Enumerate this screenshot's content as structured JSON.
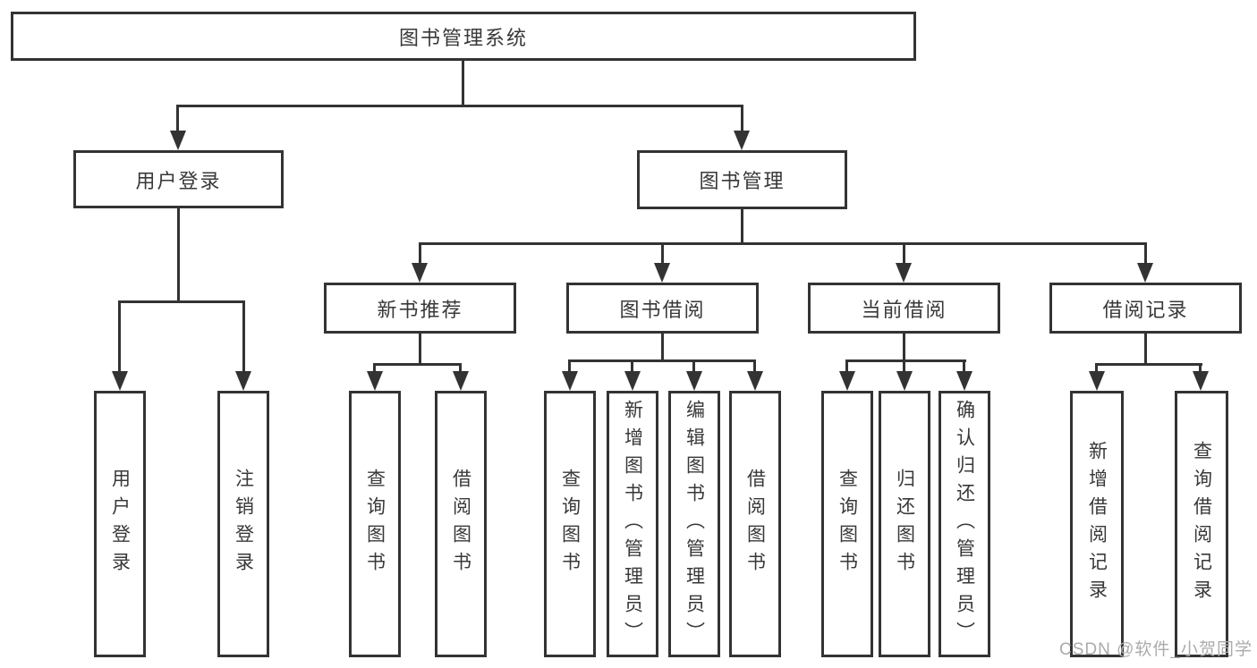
{
  "colors": {
    "line": "#333333",
    "text": "#383838",
    "background": "#ffffff",
    "watermark": "#ababab"
  },
  "watermark": {
    "text": "CSDN @软件_小贺同学"
  },
  "tree": {
    "label": "图书管理系统",
    "children": [
      {
        "label": "用户登录",
        "children": [
          {
            "label": "用户登录"
          },
          {
            "label": "注销登录"
          }
        ]
      },
      {
        "label": "图书管理",
        "children": [
          {
            "label": "新书推荐",
            "children": [
              {
                "label": "查询图书"
              },
              {
                "label": "借阅图书"
              }
            ]
          },
          {
            "label": "图书借阅",
            "children": [
              {
                "label": "查询图书"
              },
              {
                "label": "新增图书（管理员）"
              },
              {
                "label": "编辑图书（管理员）"
              },
              {
                "label": "借阅图书"
              }
            ]
          },
          {
            "label": "当前借阅",
            "children": [
              {
                "label": "查询图书"
              },
              {
                "label": "归还图书"
              },
              {
                "label": "确认归还（管理员）"
              }
            ]
          },
          {
            "label": "借阅记录",
            "children": [
              {
                "label": "新增借阅记录"
              },
              {
                "label": "查询借阅记录"
              }
            ]
          }
        ]
      }
    ]
  }
}
